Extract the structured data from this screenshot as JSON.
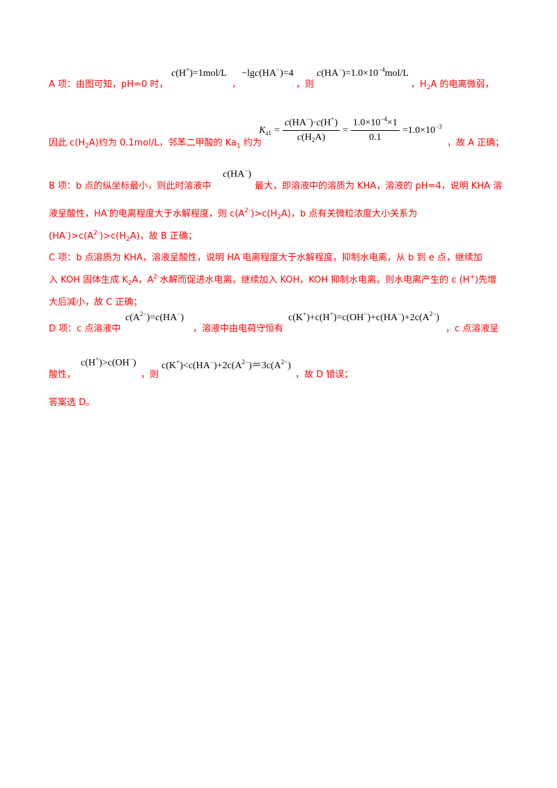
{
  "a": {
    "p1": "A 项：由图可知，pH=0 时，",
    "f1_c": "c",
    "f1_a": "(H",
    "f1_sup": "+",
    "f1_b": ")=1mol/L",
    "sep1": "，",
    "f2_a": "−lg",
    "f2_c": "c",
    "f2_b": "(HA",
    "f2_sup": "−",
    "f2_d": ")=4",
    "sep2": "，则",
    "f3_c": "c",
    "f3_a": "(HA",
    "f3_sup": "−",
    "f3_b": ")=1.0×10",
    "f3_sup2": "−4",
    "f3_d": "mol/L",
    "p2_a": "，H",
    "p2_sub": "2",
    "p2_b": "A 的电离微弱，"
  },
  "line2": {
    "p1_a": "因此 c(H",
    "p1_sub": "2",
    "p1_b": "A)约为 0.1mol/L，邻苯二甲酸的 Ka",
    "p1_sub2": "1",
    "p1_c": " 约为",
    "k": "K",
    "k_sub": "a1",
    "eq": "=",
    "num1_a": "c",
    "num1_b": "(HA",
    "num1_sup": "−",
    "num1_c": ")·",
    "num1_d": "c",
    "num1_e": "(H",
    "num1_sup2": "+",
    "num1_f": ")",
    "den1_a": "c",
    "den1_b": "(H",
    "den1_sub": "2",
    "den1_c": "A)",
    "eq2": "=",
    "num2_a": "1.0×10",
    "num2_sup": "−4",
    "num2_b": "×1",
    "den2": "0.1",
    "eq3": "=1.0×10",
    "res_sup": "−3",
    "p2": "，故 A 正确；"
  },
  "b": {
    "p1": "B 项：b 点的纵坐标最小，则此时溶液中",
    "f_c": "c",
    "f_a": "(HA",
    "f_sup": "−",
    "f_b": ")",
    "p2": "最大，即溶液中的溶质为 KHA，溶液的 pH=4，说明 KHA 溶",
    "l2_a": "液呈酸性，HA",
    "l2_sup": "-",
    "l2_b": "的电离程度大于水解程度，则 c(A",
    "l2_sup2": "2-",
    "l2_c": ")>c(H",
    "l2_sub": "2",
    "l2_d": "A)，b 点有关微粒浓度大小关系为",
    "l3_a": "(HA",
    "l3_sup": "-",
    "l3_b": ")>c(A",
    "l3_sup2": "2-",
    "l3_c": ")>c(H",
    "l3_sub": "2",
    "l3_d": "A)，故 B 正确；"
  },
  "c": {
    "l1_a": "C 项：b 点溶质为 KHA，溶液呈酸性，说明 HA",
    "l1_sup": "-",
    "l1_b": "电离程度大于水解程度，抑制水电离，从 b 到 e 点，继续加",
    "l2_a": "入 KOH 固体生成 K",
    "l2_sub": "2",
    "l2_b": "A，A",
    "l2_sup": "2-",
    "l2_c": "水解而促进水电离，继续加入 KOH，KOH 抑制水电离，则水电离产生的 c (H",
    "l2_sup2": "+",
    "l2_d": ")先增",
    "l3": "大后减小，故 C 正确；"
  },
  "d": {
    "p1": "D 项：c 点溶液中",
    "f1_a": "c",
    "f1_b": "(A",
    "f1_sup": "2−",
    "f1_c": ")=",
    "f1_d": "c",
    "f1_e": "(HA",
    "f1_sup2": "−",
    "f1_f": ")",
    "p2": "，溶液中由电荷守恒有",
    "f2_a": "c(K",
    "f2_sup": "+",
    "f2_b": ")+c(H",
    "f2_sup2": "+",
    "f2_c": ")=c(OH",
    "f2_sup3": "−",
    "f2_d": ")+c(HA",
    "f2_sup4": "−",
    "f2_e": ")+2c(A",
    "f2_sup5": "2−",
    "f2_f": ")",
    "p3": "，c 点溶液呈",
    "l2_a": "酸性，",
    "f3_a": "c(H",
    "f3_sup": "+",
    "f3_b": ")>c(OH",
    "f3_sup2": "−",
    "f3_c": ")",
    "l2_b": "，则",
    "f4_a": "c(K",
    "f4_sup": "+",
    "f4_b": ")<c(HA",
    "f4_sup2": "−",
    "f4_c": ")+2c(A",
    "f4_sup3": "2−",
    "f4_d": ")＝3c(A",
    "f4_sup4": "2−",
    "f4_e": ")",
    "l2_c": "，故 D 错误；"
  },
  "answer": "答案选 D。"
}
